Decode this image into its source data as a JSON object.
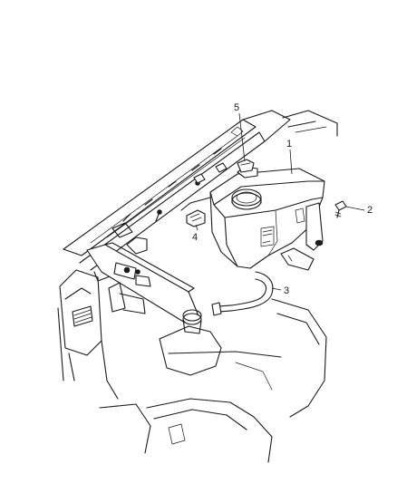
{
  "callouts": [
    {
      "id": "callout-1",
      "label": "1"
    },
    {
      "id": "callout-2",
      "label": "2"
    },
    {
      "id": "callout-3",
      "label": "3"
    },
    {
      "id": "callout-4",
      "label": "4"
    },
    {
      "id": "callout-5",
      "label": "5"
    }
  ],
  "colors": {
    "line": "#1a1a1a",
    "background": "#ffffff"
  }
}
